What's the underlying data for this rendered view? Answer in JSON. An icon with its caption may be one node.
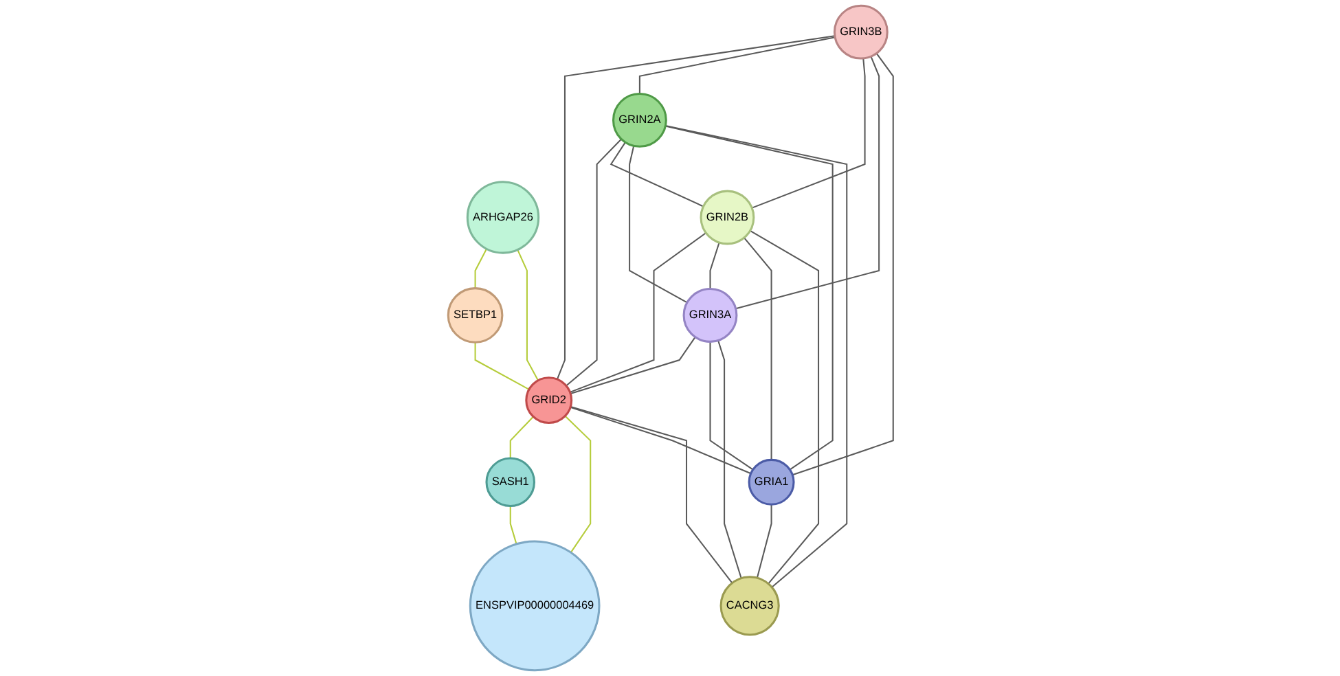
{
  "diagram": {
    "nodes": [
      {
        "text": [
          "GRIN3B"
        ]
      },
      {
        "text": [
          "ARHGAP26"
        ]
      },
      {
        "text": [
          "GRIN2B"
        ]
      },
      {
        "text": [
          "GRIN2A"
        ]
      },
      {
        "text": [
          "SETBP1"
        ]
      },
      {
        "text": [
          "GRIN3A"
        ]
      },
      {
        "text": [
          "GRID2"
        ]
      },
      {
        "text": [
          "GRIA1"
        ]
      },
      {
        "text": [
          "CACNG3"
        ]
      },
      {
        "text": [
          "SASH1"
        ]
      },
      {
        "text": [
          "ENSPVIP00000004469"
        ]
      }
    ],
    "edges": [
      {
        "from": 1,
        "to": 4,
        "arrow": "none",
        "color": "#b5cc3a"
      },
      {
        "from": 1,
        "to": 6,
        "arrow": "none",
        "color": "#b5cc3a"
      },
      {
        "from": 4,
        "to": 6,
        "arrow": "none",
        "color": "#b5cc3a"
      },
      {
        "from": 6,
        "to": 9,
        "arrow": "none",
        "color": "#b5cc3a"
      },
      {
        "from": 6,
        "to": 10,
        "arrow": "none",
        "color": "#b5cc3a"
      },
      {
        "from": 9,
        "to": 10,
        "arrow": "none",
        "color": "#b5cc3a"
      },
      {
        "from": 0,
        "to": 6,
        "arrow": "none"
      },
      {
        "from": 0,
        "to": 3,
        "arrow": "none"
      },
      {
        "from": 0,
        "to": 2,
        "arrow": "none"
      },
      {
        "from": 0,
        "to": 5,
        "arrow": "none"
      },
      {
        "from": 0,
        "to": 7,
        "arrow": "none"
      },
      {
        "from": 3,
        "to": 6,
        "arrow": "none"
      },
      {
        "from": 3,
        "to": 2,
        "arrow": "none"
      },
      {
        "from": 3,
        "to": 5,
        "arrow": "none"
      },
      {
        "from": 3,
        "to": 7,
        "arrow": "none"
      },
      {
        "from": 3,
        "to": 8,
        "arrow": "none"
      },
      {
        "from": 2,
        "to": 6,
        "arrow": "none"
      },
      {
        "from": 2,
        "to": 5,
        "arrow": "none"
      },
      {
        "from": 2,
        "to": 7,
        "arrow": "none"
      },
      {
        "from": 2,
        "to": 8,
        "arrow": "none"
      },
      {
        "from": 5,
        "to": 6,
        "arrow": "none"
      },
      {
        "from": 5,
        "to": 7,
        "arrow": "none"
      },
      {
        "from": 5,
        "to": 8,
        "arrow": "none"
      },
      {
        "from": 6,
        "to": 7,
        "arrow": "none"
      },
      {
        "from": 6,
        "to": 8,
        "arrow": "none"
      },
      {
        "from": 7,
        "to": 8,
        "arrow": "none"
      }
    ]
  }
}
